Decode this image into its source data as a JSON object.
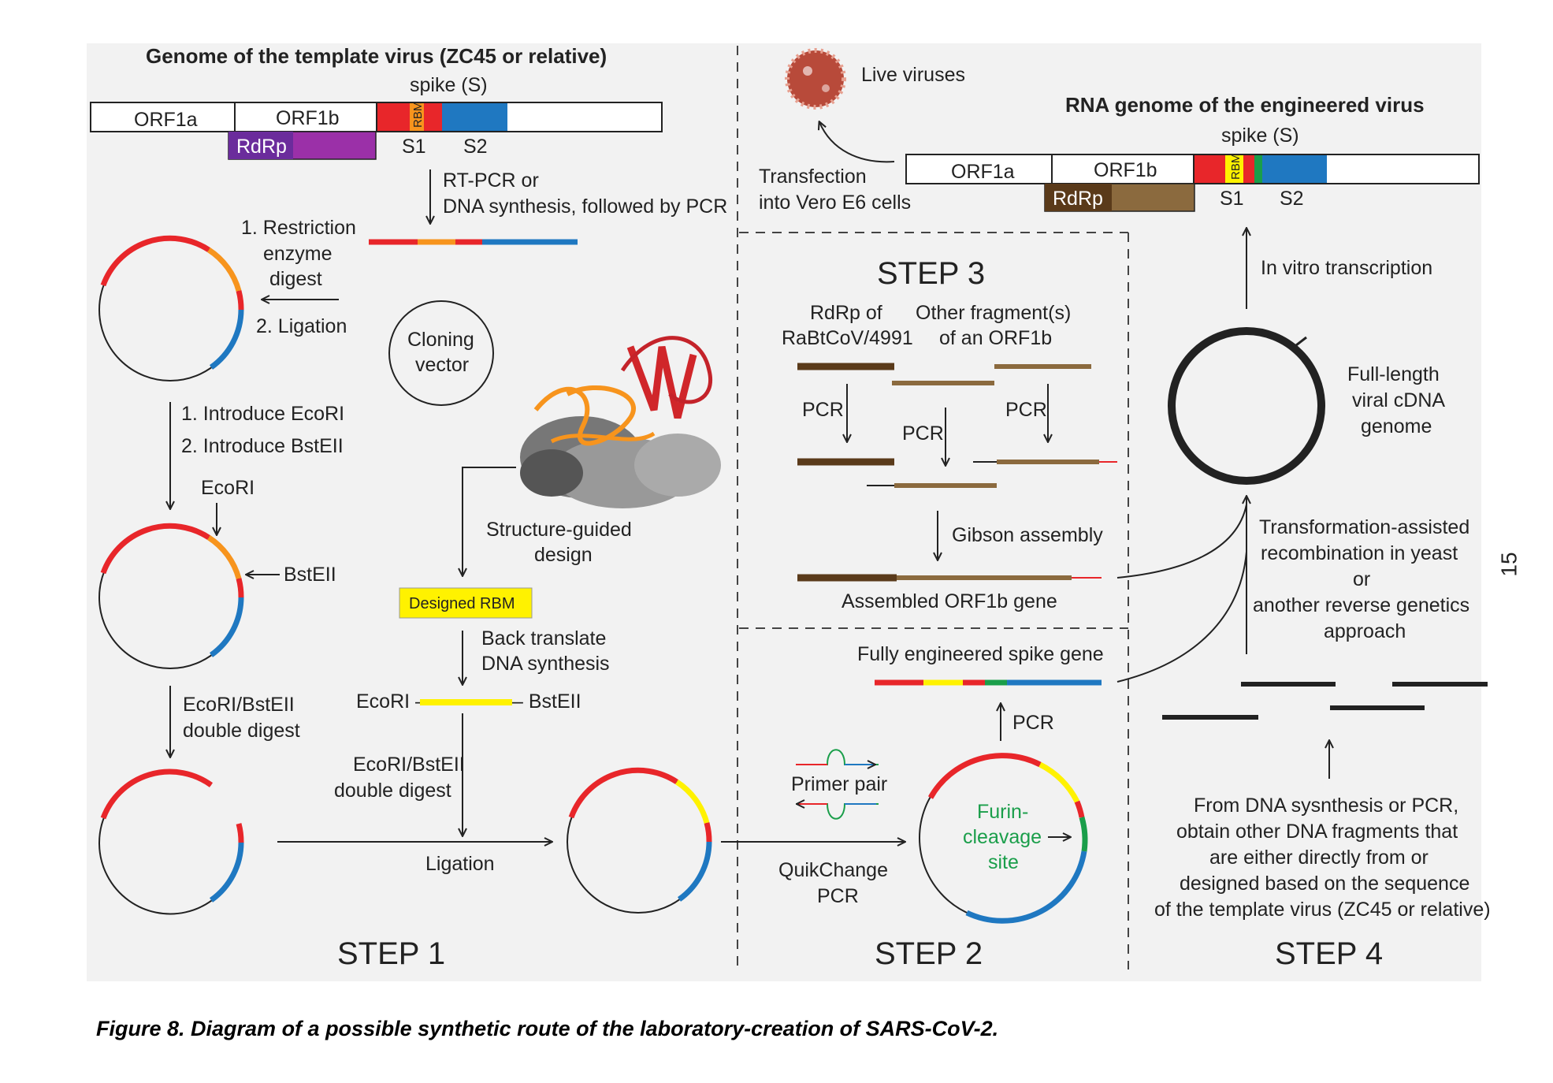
{
  "colors": {
    "red": "#e8262a",
    "orange": "#f7941d",
    "yellow": "#fff200",
    "blue": "#1f78c1",
    "green": "#1a9e4a",
    "purple": "#9b30a8",
    "brown": "#8b6a3e",
    "dark_brown": "#5a3a1a",
    "gray_bg": "#f2f2f2",
    "dash": "#444444"
  },
  "step1": {
    "title": "Genome of the template virus (ZC45 or relative)",
    "spike": "spike (S)",
    "orf1a": "ORF1a",
    "orf1b": "ORF1b",
    "rdrp": "RdRp",
    "rbm": "RBM",
    "s1": "S1",
    "s2": "S2",
    "rtpcr1": "RT-PCR or",
    "rtpcr2": "DNA synthesis, followed by PCR",
    "restrict1": "1. Restriction",
    "restrict2": "enzyme",
    "restrict3": "digest",
    "ligation2": "2. Ligation",
    "cloning1": "Cloning",
    "cloning2": "vector",
    "intro1": "1. Introduce EcoRI",
    "intro2": "2. Introduce BstEII",
    "ecori": "EcoRI",
    "bsteii": "BstEII",
    "dd1": "EcoRI/BstEII",
    "dd2": "double digest",
    "sgd1": "Structure-guided",
    "sgd2": "design",
    "designed_rbm": "Designed RBM",
    "bt1": "Back translate",
    "bt2": "DNA synthesis",
    "ecori_dash": "EcoRI –",
    "bsteii_dash": "– BstEII",
    "dd3": "EcoRI/BstEII",
    "dd4": "double digest",
    "ligation": "Ligation",
    "label": "STEP 1"
  },
  "step2": {
    "spike_gene": "Fully engineered spike gene",
    "pcr": "PCR",
    "primer": "Primer pair",
    "qc1": "QuikChange",
    "qc2": "PCR",
    "furin1": "Furin-",
    "furin2": "cleavage",
    "furin3": "site",
    "label": "STEP 2"
  },
  "step3": {
    "label": "STEP 3",
    "rdrp1": "RdRp of",
    "rdrp2": "RaBtCoV/4991",
    "other1": "Other fragment(s)",
    "other2": "of an ORF1b",
    "pcr": "PCR",
    "gibson": "Gibson assembly",
    "assembled": "Assembled ORF1b gene"
  },
  "step4": {
    "live": "Live viruses",
    "trans1": "Transfection",
    "trans2": "into Vero E6 cells",
    "title": "RNA genome of the engineered virus",
    "spike": "spike (S)",
    "orf1a": "ORF1a",
    "orf1b": "ORF1b",
    "rdrp": "RdRp",
    "rbm": "RBM",
    "s1": "S1",
    "s2": "S2",
    "ivt": "In vitro transcription",
    "full1": "Full-length",
    "full2": "viral cDNA",
    "full3": "genome",
    "tar1": "Transformation-assisted",
    "tar2": "recombination in yeast",
    "tar3": "or",
    "tar4": "another reverse genetics",
    "tar5": "approach",
    "from1": "From DNA sysnthesis or PCR,",
    "from2": "obtain other DNA fragments that",
    "from3": "are either directly from or",
    "from4": "designed based on the sequence",
    "from5": "of the template virus (ZC45 or relative)",
    "label": "STEP 4"
  },
  "caption": "Figure 8. Diagram of a possible synthetic route of the laboratory-creation of SARS-CoV-2.",
  "page_number": "15"
}
